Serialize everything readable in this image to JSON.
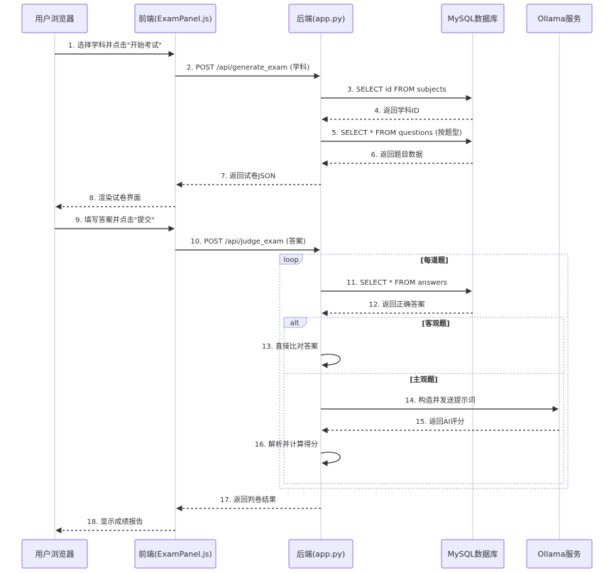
{
  "participants": [
    {
      "id": "user",
      "label": "用户浏览器"
    },
    {
      "id": "frontend",
      "label": "前端(ExamPanel.js)"
    },
    {
      "id": "backend",
      "label": "后端(app.py)"
    },
    {
      "id": "mysql",
      "label": "MySQL数据库"
    },
    {
      "id": "ollama",
      "label": "Ollama服务"
    }
  ],
  "messages": [
    {
      "from": "user",
      "to": "frontend",
      "text": "1. 选择学科并点击\"开始考试\"",
      "style": "solid"
    },
    {
      "from": "frontend",
      "to": "backend",
      "text": "2. POST /api/generate_exam (学科)",
      "style": "solid"
    },
    {
      "from": "backend",
      "to": "mysql",
      "text": "3. SELECT id FROM subjects",
      "style": "solid"
    },
    {
      "from": "mysql",
      "to": "backend",
      "text": "4. 返回学科ID",
      "style": "dashed"
    },
    {
      "from": "backend",
      "to": "mysql",
      "text": "5. SELECT * FROM questions (按题型)",
      "style": "solid"
    },
    {
      "from": "mysql",
      "to": "backend",
      "text": "6. 返回题目数据",
      "style": "dashed"
    },
    {
      "from": "backend",
      "to": "frontend",
      "text": "7. 返回试卷JSON",
      "style": "dashed"
    },
    {
      "from": "frontend",
      "to": "user",
      "text": "8. 渲染试卷界面",
      "style": "dashed"
    },
    {
      "from": "user",
      "to": "frontend",
      "text": "9. 填写答案并点击\"提交\"",
      "style": "solid"
    },
    {
      "from": "frontend",
      "to": "backend",
      "text": "10. POST /api/judge_exam (答案)",
      "style": "solid"
    },
    {
      "from": "backend",
      "to": "mysql",
      "text": "11. SELECT * FROM answers",
      "style": "solid"
    },
    {
      "from": "mysql",
      "to": "backend",
      "text": "12. 返回正确答案",
      "style": "dashed"
    },
    {
      "from": "backend",
      "to": "backend",
      "text": "13. 直接比对答案",
      "style": "self"
    },
    {
      "from": "backend",
      "to": "ollama",
      "text": "14. 构造并发送提示词",
      "style": "solid"
    },
    {
      "from": "ollama",
      "to": "backend",
      "text": "15. 返回AI评分",
      "style": "dashed"
    },
    {
      "from": "backend",
      "to": "backend",
      "text": "16. 解析并计算得分",
      "style": "self"
    },
    {
      "from": "backend",
      "to": "frontend",
      "text": "17. 返回判卷结果",
      "style": "dashed"
    },
    {
      "from": "frontend",
      "to": "user",
      "text": "18. 显示成绩报告",
      "style": "dashed"
    }
  ],
  "fragments": {
    "loop": {
      "label": "loop",
      "condition": "[每道题]"
    },
    "alt": {
      "label": "alt",
      "condition": "[客观题]",
      "else_condition": "[主观题]"
    }
  },
  "colors": {
    "actor_fill": "#ECECFF",
    "actor_border": "#9370DB",
    "line": "#333333"
  }
}
